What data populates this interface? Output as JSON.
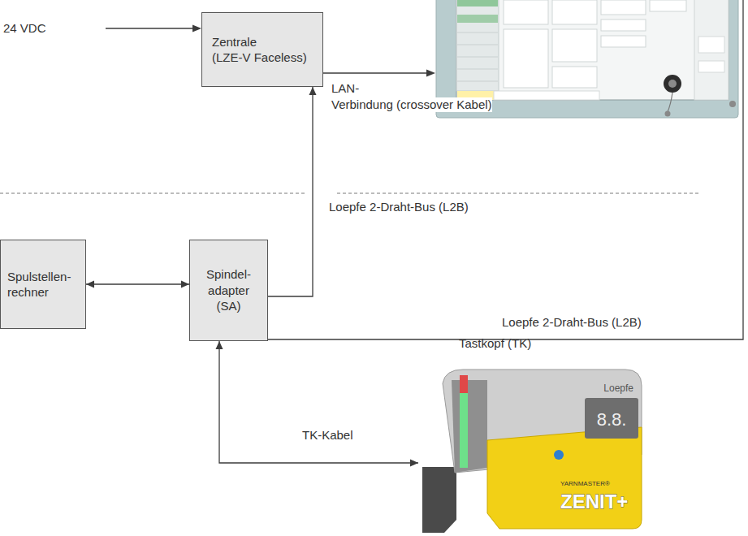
{
  "diagram": {
    "nodes": [
      {
        "text": [
          "Zentrale",
          "(LZE-V Faceless)"
        ]
      },
      {
        "text": [
          "Spulstellen- rechner"
        ]
      },
      {
        "text": [
          "Spindel- adapter (SA)"
        ]
      },
      {
        "text": [
          "Tastkopf (TK)"
        ]
      }
    ],
    "edges": [
      {
        "from": 2,
        "to": 0,
        "arrow": "to",
        "label": "Loepfe 2-Draht-Bus (L2B)"
      },
      {
        "from": 1,
        "to": 2,
        "arrow": "both"
      },
      {
        "from": 2,
        "to": 3,
        "arrow": "both",
        "label": "TK-Kabel"
      }
    ],
    "labels": [
      "24 VDC",
      "LAN-",
      "Verbindung (crossover Kabel)",
      "Loepfe 2-Draht-Bus (L2B)",
      "Loepfe",
      "8.8.",
      "YARNMASTER®",
      "ZENIT+"
    ]
  }
}
